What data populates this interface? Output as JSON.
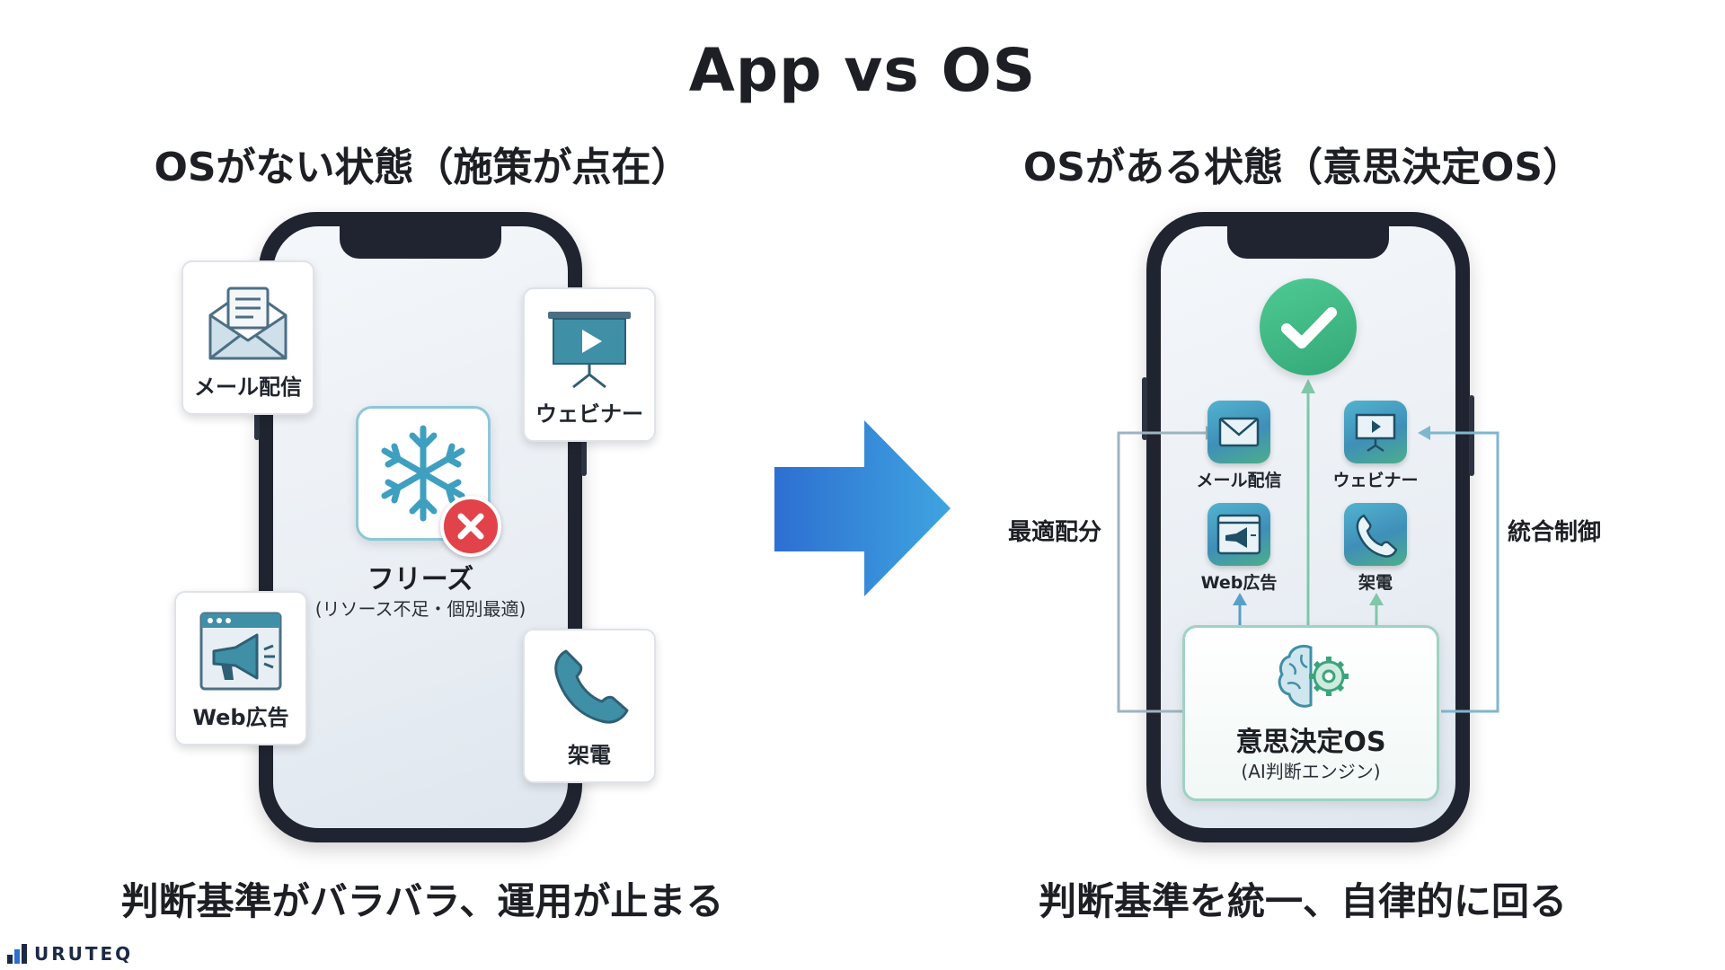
{
  "title": "App vs OS",
  "left": {
    "heading": "OSがない状態（施策が点在）",
    "cards": {
      "mail": "メール配信",
      "webinar": "ウェビナー",
      "web_ad": "Web広告",
      "call": "架電"
    },
    "frozen": {
      "title": "フリーズ",
      "subtitle": "(リソース不足・個別最適)"
    },
    "caption": "判断基準がバラバラ、運用が止まる"
  },
  "right": {
    "heading": "OSがある状態（意思決定OS）",
    "tiles": {
      "mail": "メール配信",
      "webinar": "ウェビナー",
      "web_ad": "Web広告",
      "call": "架電"
    },
    "side_left": "最適配分",
    "side_right": "統合制御",
    "os": {
      "title": "意思決定OS",
      "subtitle": "(AI判断エンジン)"
    },
    "caption": "判断基準を統一、自律的に回る"
  },
  "brand": "URUTEQ",
  "colors": {
    "arrow_start": "#2d6fd1",
    "arrow_end": "#3fa4e0",
    "check_green": "#3dbb86",
    "error_red": "#e2434a",
    "flow_line": "#7fb6cf"
  }
}
